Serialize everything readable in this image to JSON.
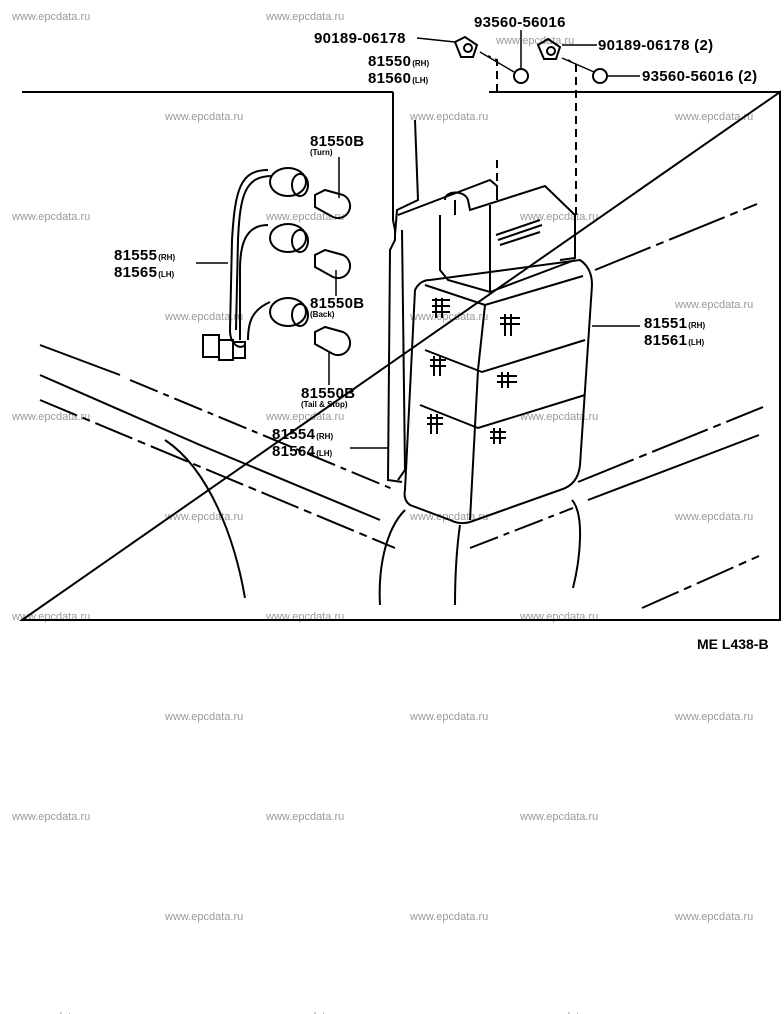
{
  "watermark": "www.epcdata.ru",
  "figure_code": "ME L438-B",
  "labels": {
    "clip_left": "90189-06178",
    "screw_top": "93560-56016",
    "clip_right": "90189-06178 (2)",
    "screw_right": "93560-56016 (2)",
    "lamp_assy": {
      "rh": "81550",
      "rh_sub": "(RH)",
      "lh": "81560",
      "lh_sub": "(LH)"
    },
    "socket_wire": {
      "rh": "81555",
      "rh_sub": "(RH)",
      "lh": "81565",
      "lh_sub": "(LH)"
    },
    "bulb_turn": {
      "pn": "81550B",
      "note": "(Turn)"
    },
    "bulb_back": {
      "pn": "81550B",
      "note": "(Back)"
    },
    "bulb_tail": {
      "pn": "81550B",
      "note": "(Tail & Stop)"
    },
    "gasket": {
      "rh": "81554",
      "rh_sub": "(RH)",
      "lh": "81564",
      "lh_sub": "(LH)"
    },
    "lens": {
      "rh": "81551",
      "rh_sub": "(RH)",
      "lh": "81561",
      "lh_sub": "(LH)"
    }
  }
}
